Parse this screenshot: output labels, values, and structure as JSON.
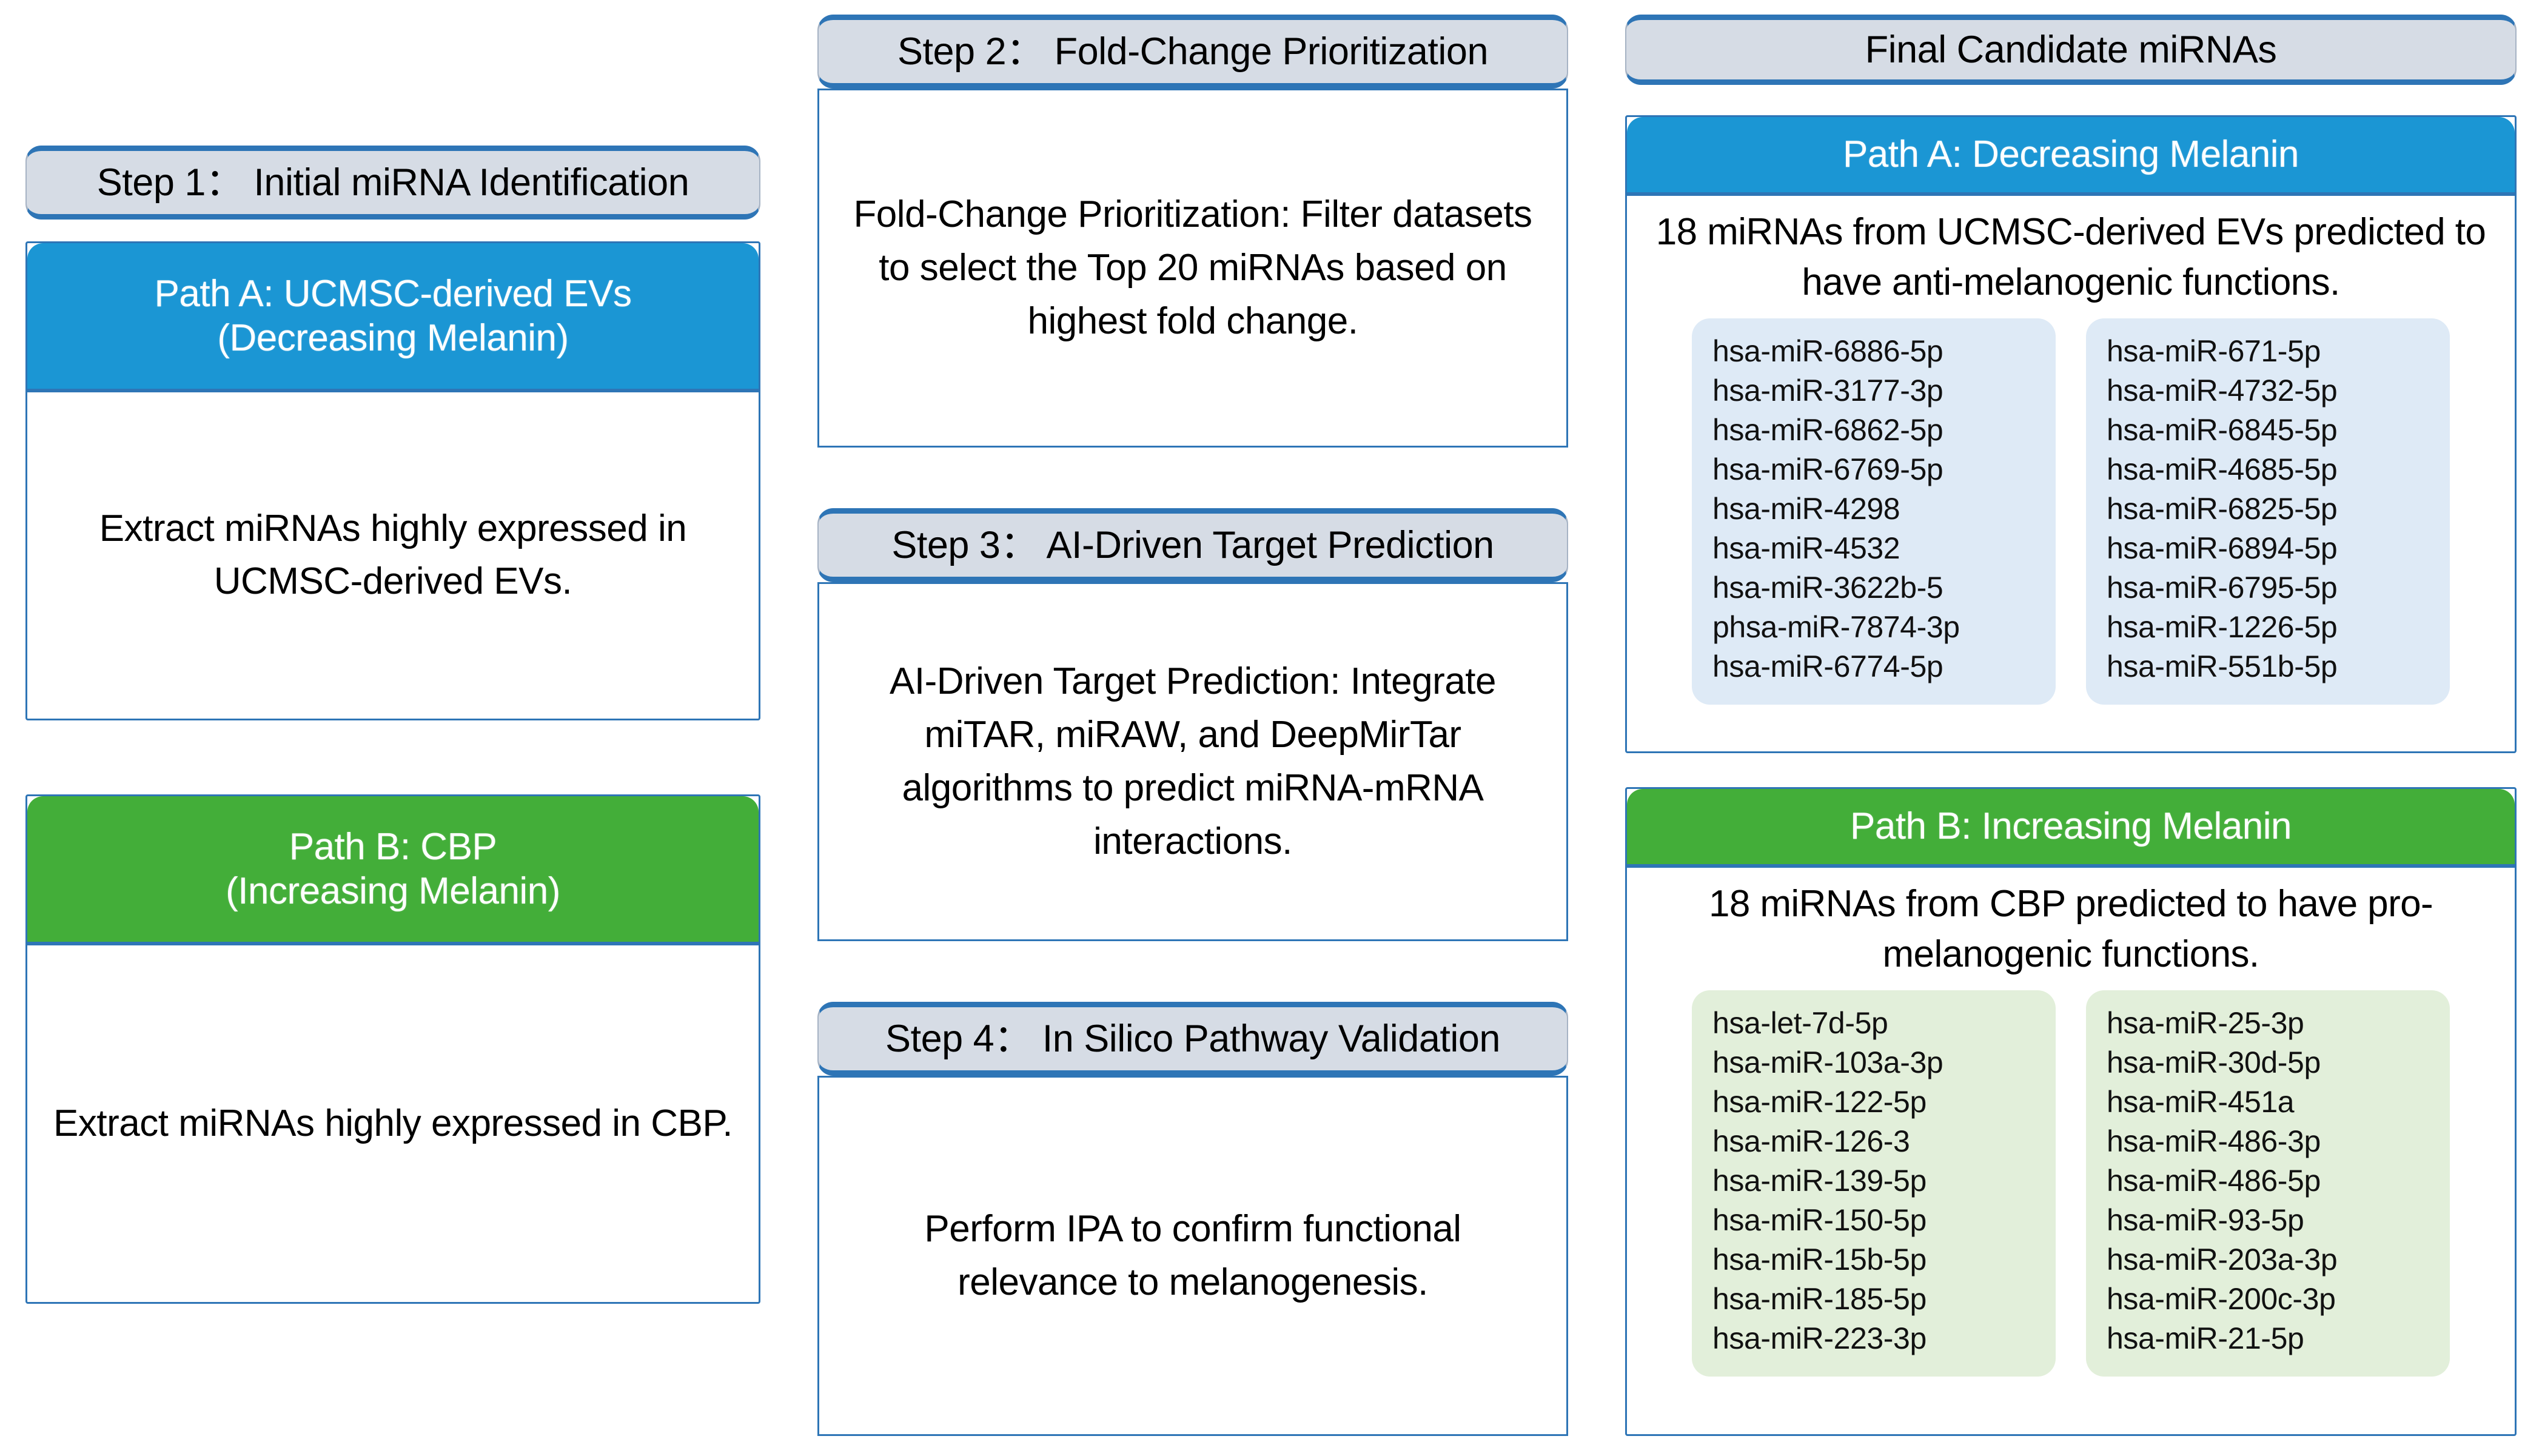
{
  "colors": {
    "accent_blue": "#1B96D4",
    "accent_green": "#43AE39",
    "border_blue": "#2E75B6",
    "header_gray": "#D6DCE5",
    "tint_blue": "#DEEAF6",
    "tint_green": "#E2EFDA"
  },
  "left_column": {
    "step1_header": "Step 1： Initial miRNA Identification",
    "path_a": {
      "header_line1": "Path A: UCMSC-derived EVs",
      "header_line2": "(Decreasing Melanin)",
      "body": "Extract miRNAs highly expressed in UCMSC-derived EVs."
    },
    "path_b": {
      "header_line1": "Path B: CBP",
      "header_line2": "(Increasing Melanin)",
      "body": "Extract miRNAs highly expressed in CBP."
    }
  },
  "middle_column": {
    "step2_header": "Step 2： Fold-Change Prioritization",
    "step2_body": "Fold-Change Prioritization: Filter datasets to select the Top 20 miRNAs based on highest fold change.",
    "step3_header": "Step 3： AI-Driven Target Prediction",
    "step3_body": "AI-Driven Target Prediction: Integrate miTAR, miRAW, and DeepMirTar algorithms to predict miRNA-mRNA interactions.",
    "step4_header": "Step 4： In Silico Pathway Validation",
    "step4_body": "Perform IPA to confirm functional relevance to melanogenesis."
  },
  "right_column": {
    "title": "Final Candidate miRNAs",
    "path_a": {
      "header": "Path A: Decreasing Melanin",
      "description": "18 miRNAs from UCMSC-derived EVs predicted to have anti-melanogenic functions.",
      "list_left": [
        "hsa-miR-6886-5p",
        "hsa-miR-3177-3p",
        "hsa-miR-6862-5p",
        "hsa-miR-6769-5p",
        "hsa-miR-4298",
        "hsa-miR-4532",
        "hsa-miR-3622b-5",
        "phsa-miR-7874-3p",
        "hsa-miR-6774-5p"
      ],
      "list_right": [
        "hsa-miR-671-5p",
        "hsa-miR-4732-5p",
        "hsa-miR-6845-5p",
        "hsa-miR-4685-5p",
        "hsa-miR-6825-5p",
        "hsa-miR-6894-5p",
        "hsa-miR-6795-5p",
        "hsa-miR-1226-5p",
        "hsa-miR-551b-5p"
      ]
    },
    "path_b": {
      "header": "Path B: Increasing Melanin",
      "description": "18 miRNAs from CBP predicted to have pro-melanogenic functions.",
      "list_left": [
        "hsa-let-7d-5p",
        "hsa-miR-103a-3p",
        "hsa-miR-122-5p",
        "hsa-miR-126-3",
        "hsa-miR-139-5p",
        "hsa-miR-150-5p",
        "hsa-miR-15b-5p",
        "hsa-miR-185-5p",
        "hsa-miR-223-3p"
      ],
      "list_right": [
        "hsa-miR-25-3p",
        "hsa-miR-30d-5p",
        "hsa-miR-451a",
        "hsa-miR-486-3p",
        "hsa-miR-486-5p",
        "hsa-miR-93-5p",
        "hsa-miR-203a-3p",
        "hsa-miR-200c-3p",
        "hsa-miR-21-5p"
      ]
    }
  }
}
